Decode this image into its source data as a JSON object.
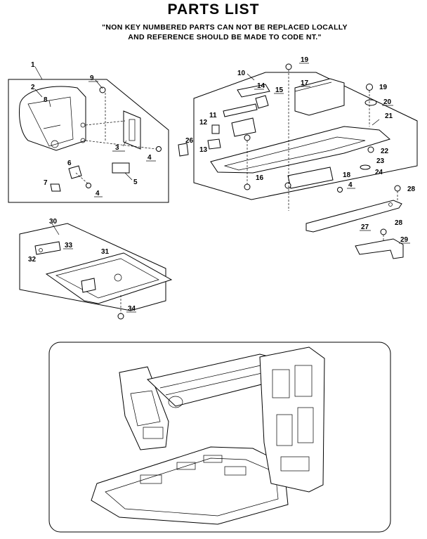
{
  "header": {
    "title": "PARTS LIST",
    "note_line1": "\"NON KEY NUMBERED PARTS CAN NOT BE REPLACED LOCALLY",
    "note_line2": "AND REFERENCE SHOULD BE MADE TO CODE NT.\""
  },
  "callouts": [
    "1",
    "2",
    "3",
    "4",
    "4",
    "5",
    "6",
    "7",
    "8",
    "9",
    "10",
    "11",
    "12",
    "13",
    "14",
    "15",
    "16",
    "17",
    "18",
    "19",
    "19",
    "20",
    "21",
    "22",
    "23",
    "24",
    "4",
    "26",
    "27",
    "28",
    "28",
    "29",
    "30",
    "31",
    "32",
    "33",
    "34"
  ]
}
